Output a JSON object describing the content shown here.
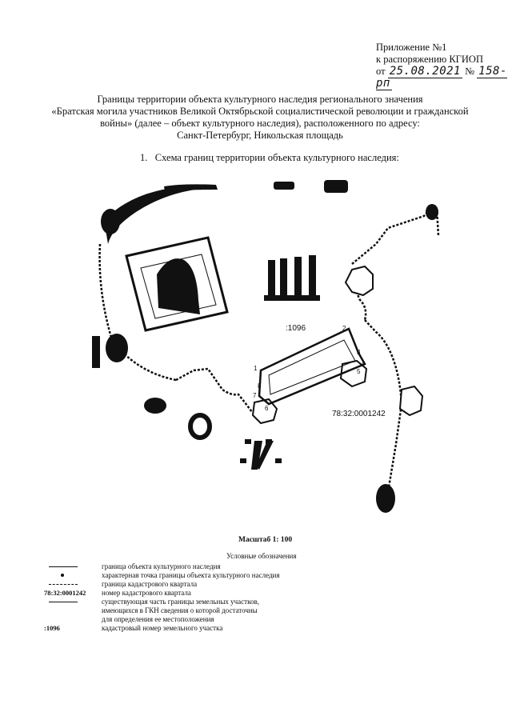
{
  "appendix": {
    "line1": "Приложение №1",
    "line2": "к распоряжению КГИОП",
    "prefix_from": "от",
    "date": "25.08.2021",
    "prefix_no": "№",
    "number": "158-рп"
  },
  "title": {
    "line1": "Границы территории объекта культурного наследия регионального значения",
    "line2": "«Братская могила участников Великой Октябрьской социалистической революции и гражданской",
    "line3": "войны» (далее – объект культурного наследия), расположенного по адресу:",
    "line4": "Санкт-Петербург, Никольская площадь"
  },
  "section_heading": "1.   Схема границ территории объекта культурного наследия:",
  "map": {
    "parcel_label": ":1096",
    "quarter_label": "78:32:0001242",
    "points": [
      "1",
      "2",
      "3",
      "4",
      "5",
      "6",
      "7",
      "8"
    ]
  },
  "scale": "Масштаб 1: 100",
  "legend": {
    "title": "Условные обозначения",
    "items": [
      {
        "symbol": "",
        "text": "граница объекта культурного наследия"
      },
      {
        "symbol": "",
        "text": "характерная точка границы объекта культурного наследия"
      },
      {
        "symbol": "",
        "text": "граница кадастрового квартала"
      },
      {
        "symbol": "78:32:0001242",
        "text": "номер кадастрового квартала"
      },
      {
        "symbol": "",
        "text": "существующая часть границы земельных участков,"
      },
      {
        "symbol": "",
        "text": "имеющихся в ГКН сведения о которой достаточны"
      },
      {
        "symbol": "",
        "text": "для определения ее местоположения"
      },
      {
        "symbol": ":1096",
        "text": "кадастровый номер земельного участка"
      }
    ]
  }
}
